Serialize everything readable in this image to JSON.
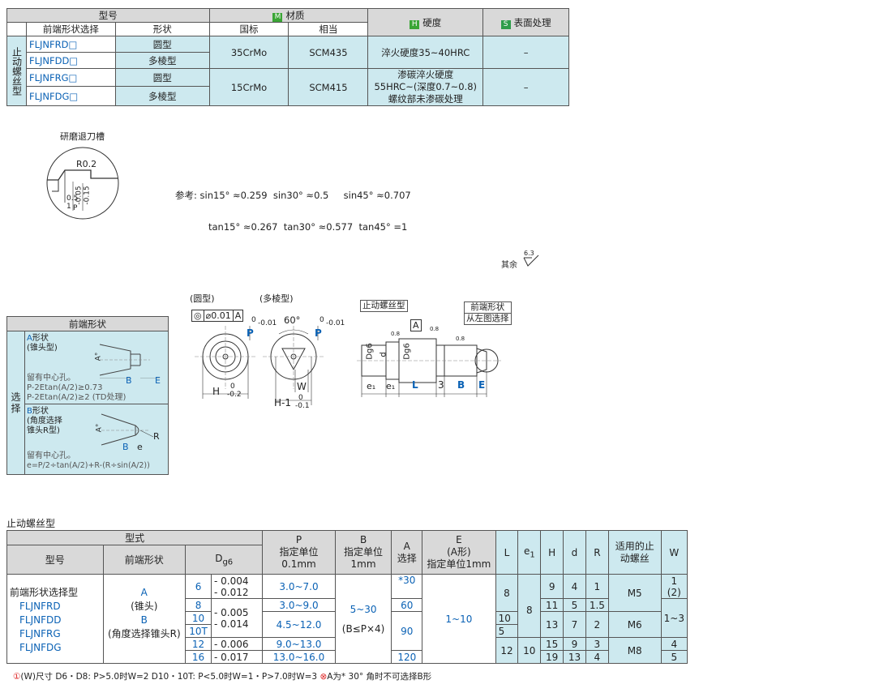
{
  "material_table": {
    "h_model": "型号",
    "h_front_shape_sel": "前端形状选择",
    "h_shape": "形状",
    "h_material": "材质",
    "h_material_badge": "M",
    "h_gb": "国标",
    "h_equiv": "相当",
    "h_hardness": "硬度",
    "h_hardness_badge": "H",
    "h_surface": "表面处理",
    "h_surface_badge": "S",
    "group_label": "止动螺丝型",
    "rows": [
      {
        "code": "FLJNFRD□",
        "shape": "圆型"
      },
      {
        "code": "FLJNFDD□",
        "shape": "多棱型"
      },
      {
        "code": "FLJNFRG□",
        "shape": "圆型"
      },
      {
        "code": "FLJNFDG□",
        "shape": "多棱型"
      }
    ],
    "group1": {
      "gb": "35CrMo",
      "equiv": "SCM435",
      "hardness": "淬火硬度35~40HRC",
      "surface": "–"
    },
    "group2": {
      "gb": "15CrMo",
      "equiv": "SCM415",
      "hardness_l1": "渗碳淬火硬度",
      "hardness_l2": "55HRC~(深度0.7~0.8)",
      "hardness_l3": "螺纹部未渗碳处理",
      "surface": "–"
    }
  },
  "grinding": {
    "title": "研磨退刀槽",
    "r_label": "R0.2",
    "d1": "0.5",
    "d2": "1",
    "p_label": "P",
    "p_tol_top": "-0.05",
    "p_tol_bot": "-0.15"
  },
  "reference": {
    "prefix": "参考:",
    "line1": "sin15° ≈0.259  sin30° ≈0.5     sin45° ≈0.707",
    "line2": "tan15° ≈0.267  tan30° ≈0.577  tan45° =1"
  },
  "roughness": {
    "label": "其余",
    "value": "6.3"
  },
  "front_shape_panel": {
    "header": "前端形状",
    "side_label_1": "选",
    "side_label_2": "择",
    "a_title_letter": "A",
    "a_title": "形状",
    "a_sub": "(锥头型)",
    "a_angle": "A°",
    "a_b": "B",
    "a_e": "E",
    "a_note1": "留有中心孔。",
    "a_note2": "P-2Etan(A/2)≥0.73",
    "a_note3": "P-2Etan(A/2)≥2 (TD处理)",
    "b_title_letter": "B",
    "b_title": "形状",
    "b_sub1": "(角度选择",
    "b_sub2": "锥头R型)",
    "b_angle": "A°",
    "b_b": "B",
    "b_e": "e",
    "b_r": "R",
    "b_note1": "留有中心孔。",
    "b_note2": "e=P/2÷tan(A/2)+R-(R÷sin(A/2))"
  },
  "round_view": {
    "label": "(圆型)",
    "tol": "0.01",
    "datum": "A",
    "p": "P",
    "p_tol1": "0",
    "p_tol2": "-0.01",
    "h": "H",
    "h_tol1": "0",
    "h_tol2": "-0.2"
  },
  "poly_view": {
    "label": "(多棱型)",
    "angle": "60°",
    "p": "P",
    "p_tol1": "0",
    "p_tol2": "-0.01",
    "w": "W",
    "h": "H-1",
    "h_tol1": "0",
    "h_tol2": "-0.1"
  },
  "side_view": {
    "type_box": "止动螺丝型",
    "front_shape_box1": "前端形状",
    "front_shape_box2": "从左图选择",
    "datum": "A",
    "r1": "0.8",
    "r2": "0.8",
    "r3": "0.8",
    "dg6_1": "Dg6",
    "d": "d",
    "dg6_2": "Dg6",
    "e1a": "e₁",
    "e1b": "e₁",
    "l": "L",
    "three": "3",
    "b": "B",
    "e": "E"
  },
  "spec_table": {
    "title": "止动螺丝型",
    "h_type": "型式",
    "h_model": "型号",
    "h_front": "前端形状",
    "h_d": "D",
    "h_d_sub": "g6",
    "h_p1": "P",
    "h_p2": "指定单位",
    "h_p3": "0.1mm",
    "h_b1": "B",
    "h_b2": "指定单位",
    "h_b3": "1mm",
    "h_a1": "A",
    "h_a2": "选择",
    "h_e1": "E",
    "h_e2": "(A形)",
    "h_e3": "指定单位1mm",
    "h_l": "L",
    "h_e1col": "e",
    "h_e1col_sub": "1",
    "h_h": "H",
    "h_dd": "d",
    "h_r": "R",
    "h_screw1": "适用的止",
    "h_screw2": "动螺丝",
    "h_w": "W",
    "model_l1": "前端形状选择型",
    "models": [
      "FLJNFRD",
      "FLJNFDD",
      "FLJNFRG",
      "FLJNFDG"
    ],
    "front_a": "A",
    "front_a_sub": "(锥头)",
    "front_b": "B",
    "front_b_sub": "(角度选择锥头R)",
    "d_vals": [
      "6",
      "8",
      "10",
      "10T",
      "12",
      "16"
    ],
    "tol_6a": "- 0.004",
    "tol_6b": "- 0.012",
    "tol_8a": "- 0.005",
    "tol_8b": "- 0.014",
    "tol_12": "- 0.006",
    "tol_16": "- 0.017",
    "p_vals": [
      "3.0~7.0",
      "3.0~9.0",
      "4.5~12.0",
      "9.0~13.0",
      "13.0~16.0"
    ],
    "b_range": "5~30",
    "b_cond": "(B≤P×4)",
    "a_vals": [
      "*30",
      "60",
      "90",
      "120"
    ],
    "e_range": "1~10",
    "l_vals": [
      "8",
      "10",
      "5",
      "12"
    ],
    "e1_vals": [
      "8",
      "10"
    ],
    "h_vals": [
      "9",
      "11",
      "13",
      "15",
      "19"
    ],
    "d_small_vals": [
      "4",
      "5",
      "7",
      "9",
      "13"
    ],
    "r_vals": [
      "1",
      "1.5",
      "2",
      "3",
      "4"
    ],
    "screw_vals": [
      "M5",
      "M6",
      "M8"
    ],
    "w_vals": [
      "1",
      "(2)",
      "1~3",
      "4",
      "5"
    ],
    "footnote_mark": "①",
    "footnote": "(W)尺寸 D6・D8: P>5.0时W=2 D10・10T: P<5.0时W=1・P>7.0时W=3",
    "footnote_mark2": "⊗",
    "footnote2": "A为* 30° 角时不可选择B形"
  },
  "colors": {
    "header_grey": "#d9d9d9",
    "cell_blue": "#cde9ef",
    "code_blue": "#0b62b5",
    "badge_green": "#3aa535",
    "badge_green_s": "#2e9d4a"
  }
}
